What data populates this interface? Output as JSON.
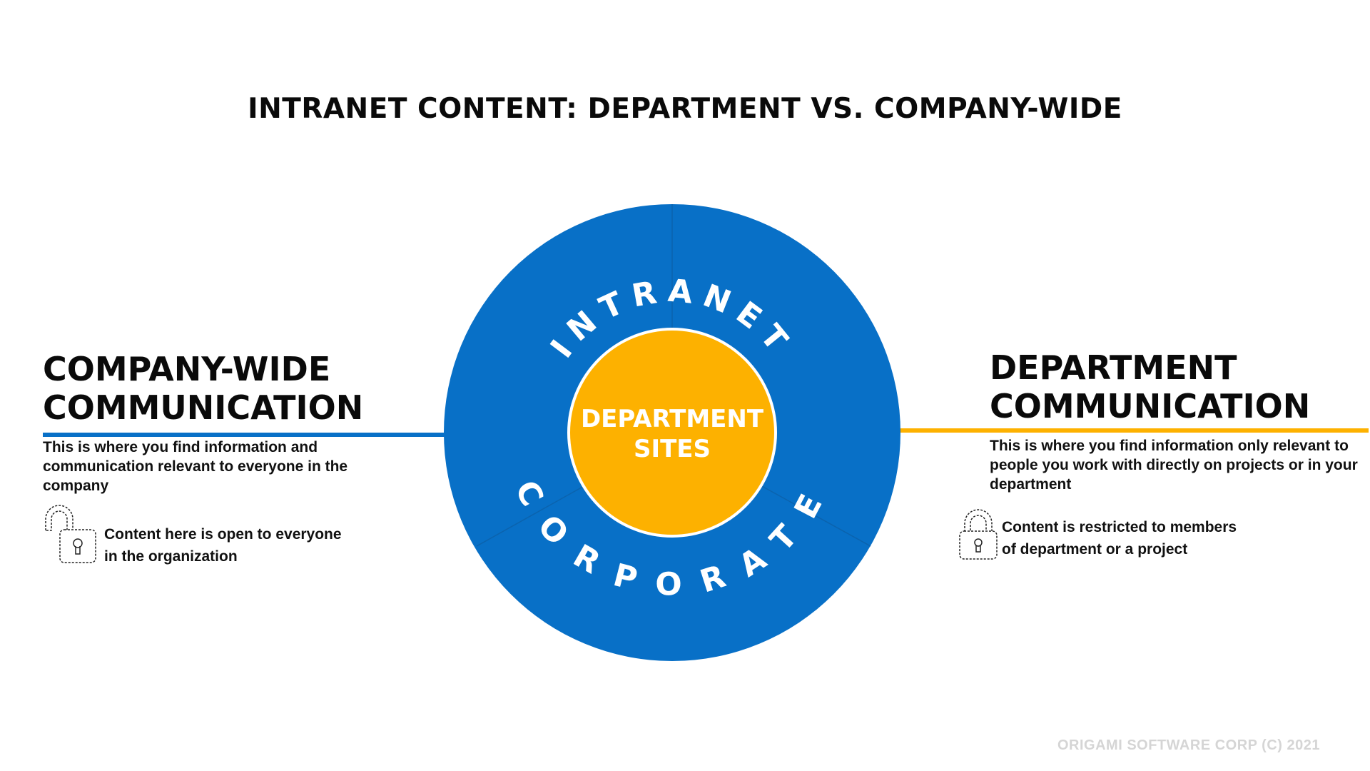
{
  "title": "INTRANET CONTENT: DEPARTMENT VS. COMPANY-WIDE",
  "colors": {
    "blue": "#0870C7",
    "orange": "#FDB100",
    "white": "#FFFFFF",
    "footer_gray": "#D5D5D5"
  },
  "diagram": {
    "outer_ring_top_label": "INTRANET",
    "outer_ring_bottom_label": "CORPORATE",
    "center_label_line1": "DEPARTMENT",
    "center_label_line2": "SITES"
  },
  "left_panel": {
    "heading_line1": "COMPANY-WIDE",
    "heading_line2": "COMMUNICATION",
    "description": "This is where you find information and communication relevant to everyone in the company",
    "lock_icon": "unlocked-padlock-icon",
    "note_line1": "Content here is open to everyone",
    "note_line2": "in the organization"
  },
  "right_panel": {
    "heading_line1": "DEPARTMENT",
    "heading_line2": "COMMUNICATION",
    "description": "This is where you find information only relevant to people you work with directly on projects or in your department",
    "lock_icon": "locked-padlock-icon",
    "note_line1": "Content is restricted to members",
    "note_line2": "of department or a project"
  },
  "footer": "ORIGAMI SOFTWARE CORP (C) 2021"
}
